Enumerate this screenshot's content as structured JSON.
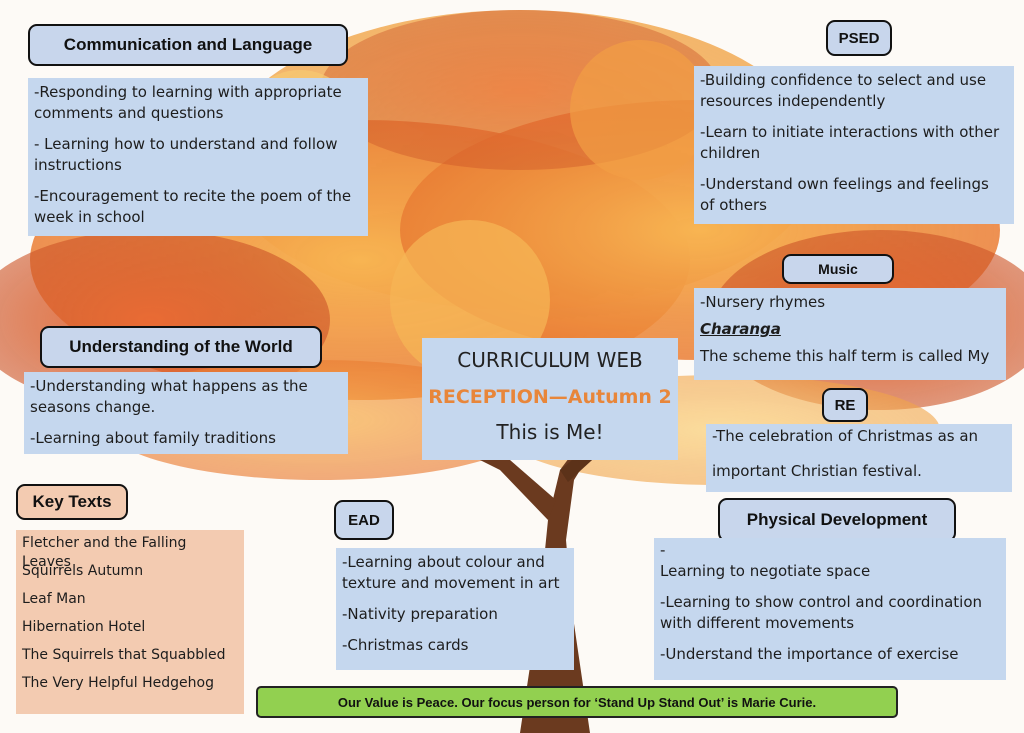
{
  "communication": {
    "heading": "Communication and Language",
    "items": [
      "-Responding to learning with appropriate comments and questions",
      "- Learning how to understand and follow instructions",
      "-Encouragement to recite the poem of the week in school"
    ]
  },
  "psed": {
    "heading": "PSED",
    "items": [
      "-Building confidence to select and use resources independently",
      "-Learn to initiate interactions with other children",
      "-Understand own feelings and feelings of others"
    ]
  },
  "music": {
    "heading": "Music",
    "line1": "-Nursery rhymes",
    "charanga": "Charanga",
    "line3": "The scheme this half term is called My"
  },
  "world": {
    "heading": "Understanding of the World",
    "items": [
      "-Understanding what happens as the seasons change.",
      "-Learning about family traditions"
    ]
  },
  "center": {
    "title": "CURRICULUM WEB",
    "subtitle": "RECEPTION—Autumn 2",
    "theme": "This is Me!"
  },
  "re": {
    "heading": "RE",
    "line1": "-The celebration of Christmas as an",
    "line2": "important Christian festival."
  },
  "key_texts": {
    "heading": "Key Texts",
    "items": [
      "Fletcher and the Falling Leaves",
      "Squirrels Autumn",
      "Leaf Man",
      "Hibernation Hotel",
      "The Squirrels that Squabbled",
      "The Very Helpful Hedgehog"
    ]
  },
  "ead": {
    "heading": "EAD",
    "items": [
      "-Learning about colour and texture and movement in art",
      "-Nativity preparation",
      "-Christmas cards"
    ]
  },
  "physical": {
    "heading": "Physical Development",
    "dash": "-",
    "items": [
      "Learning to negotiate space",
      "-Learning to show control and coordination with different movements",
      "-Understand the importance of exercise"
    ]
  },
  "footer": {
    "text": "Our Value is Peace. Our focus person for ‘Stand Up Stand Out’ is Marie Curie."
  },
  "colors": {
    "header_fill": "#c8d6ec",
    "box_fill": "#c5d7ee",
    "key_texts_fill": "#f3cbb1",
    "accent_orange": "#e8863a",
    "footer_green": "#92d050"
  }
}
